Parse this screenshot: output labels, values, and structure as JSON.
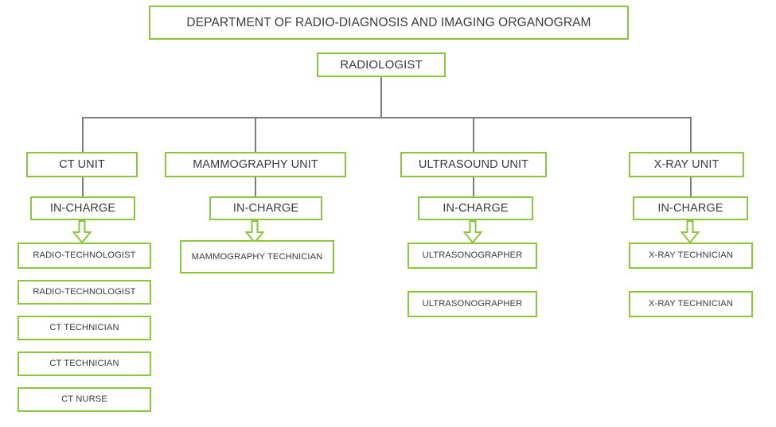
{
  "diagram": {
    "title": "DEPARTMENT OF RADIO-DIAGNOSIS AND IMAGING ORGANOGRAM",
    "root": "RADIOLOGIST",
    "colors": {
      "box_border": "#8CC63F",
      "box_fill": "#FFFFFF",
      "text": "#3A3A3A",
      "connector": "#7D7D7D",
      "arrow_stroke": "#8CC63F",
      "background": "#FFFFFF"
    },
    "branches": [
      {
        "unit": "CT UNIT",
        "incharge": "IN-CHARGE",
        "arrow": "down-block-arrow",
        "staff": [
          "RADIO-TECHNOLOGIST",
          "RADIO-TECHNOLOGIST",
          "CT TECHNICIAN",
          "CT TECHNICIAN",
          "CT NURSE"
        ]
      },
      {
        "unit": "MAMMOGRAPHY UNIT",
        "incharge": "IN-CHARGE",
        "arrow": "down-block-arrow",
        "staff": [
          "MAMMOGRAPHY TECHNICIAN"
        ]
      },
      {
        "unit": "ULTRASOUND UNIT",
        "incharge": "IN-CHARGE",
        "arrow": "down-block-arrow",
        "staff": [
          "ULTRASONOGRAPHER",
          "ULTRASONOGRAPHER"
        ]
      },
      {
        "unit": "X-RAY UNIT",
        "incharge": "IN-CHARGE",
        "arrow": "down-block-arrow",
        "staff": [
          "X-RAY TECHNICIAN",
          "X-RAY TECHNICIAN"
        ]
      }
    ]
  }
}
